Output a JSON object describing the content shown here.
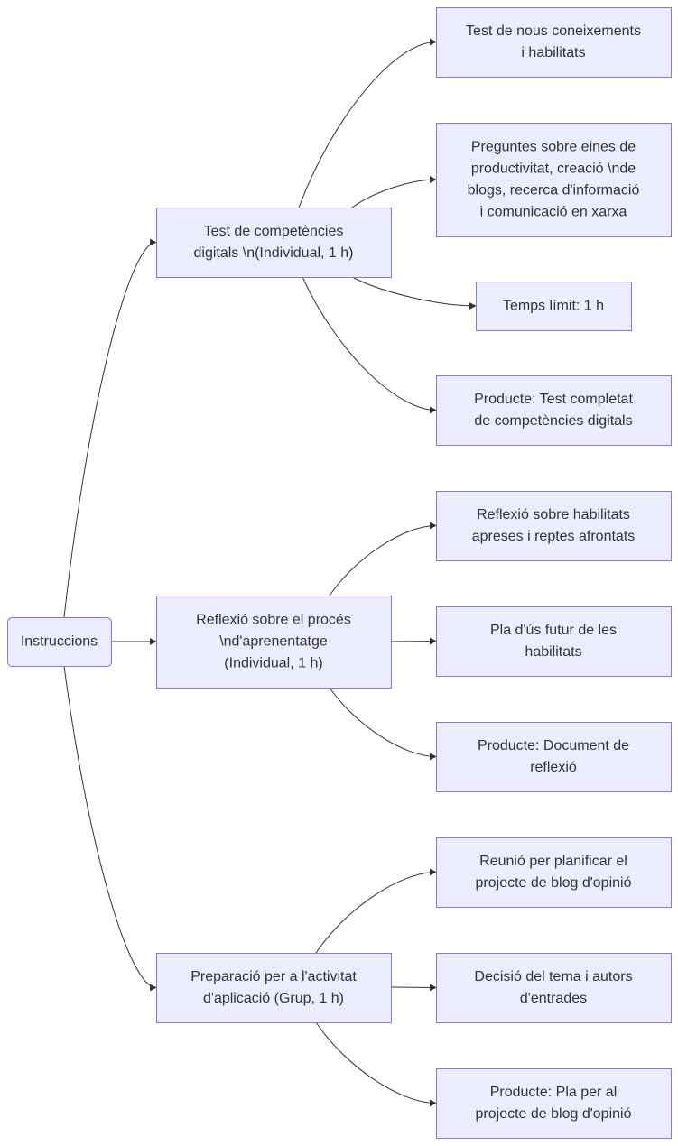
{
  "colors": {
    "node_fill": "#ECECFF",
    "node_stroke": "#9370DB",
    "edge": "#333333",
    "text": "#333333",
    "background": "#FFFFFF"
  },
  "diagram": {
    "root": {
      "label": [
        "Instruccions"
      ]
    },
    "branches": [
      {
        "label": [
          "Test de competències",
          "digitals \\n(Individual, 1 h)"
        ],
        "children": [
          {
            "label": [
              "Test de nous coneixements",
              "i habilitats"
            ]
          },
          {
            "label": [
              "Preguntes sobre eines de",
              "productivitat, creació \\nde",
              "blogs, recerca d'informació",
              "i comunicació en xarxa"
            ]
          },
          {
            "label": [
              "Temps límit: 1 h"
            ]
          },
          {
            "label": [
              "Producte: Test completat",
              "de competències digitals"
            ]
          }
        ]
      },
      {
        "label": [
          "Reflexió sobre el procés",
          "\\nd'aprenentatge",
          "(Individual, 1 h)"
        ],
        "children": [
          {
            "label": [
              "Reflexió sobre habilitats",
              "apreses i reptes afrontats"
            ]
          },
          {
            "label": [
              "Pla d'ús futur de les",
              "habilitats"
            ]
          },
          {
            "label": [
              "Producte: Document de",
              "reflexió"
            ]
          }
        ]
      },
      {
        "label": [
          "Preparació per a l'activitat",
          "d'aplicació (Grup, 1 h)"
        ],
        "children": [
          {
            "label": [
              "Reunió per planificar el",
              "projecte de blog d'opinió"
            ]
          },
          {
            "label": [
              "Decisió del tema i autors",
              "d'entrades"
            ]
          },
          {
            "label": [
              "Producte: Pla per al",
              "projecte de blog d'opinió"
            ]
          }
        ]
      }
    ]
  }
}
